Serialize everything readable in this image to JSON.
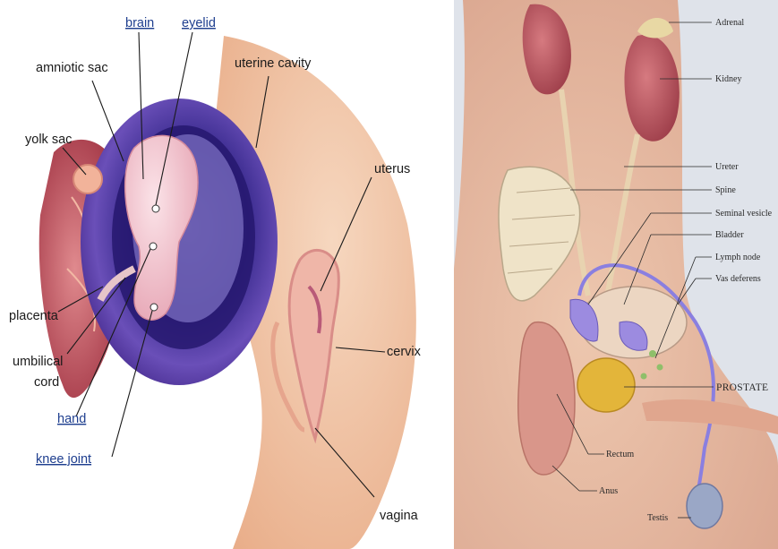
{
  "left_diagram": {
    "labels": {
      "brain": "brain",
      "eyelid": "eyelid",
      "amniotic_sac": "amniotic sac",
      "uterine_cavity": "uterine cavity",
      "yolk_sac": "yolk sac",
      "uterus": "uterus",
      "placenta": "placenta",
      "cervix": "cervix",
      "umbilical_cord_line1": "umbilical",
      "umbilical_cord_line2": "cord",
      "hand": "hand",
      "knee_joint": "knee joint",
      "vagina": "vagina"
    },
    "colors": {
      "sac_outer": "#5b3ea8",
      "sac_inner": "#2e1f7a",
      "skin": "#f3c9a8",
      "placenta": "#b23a4a",
      "embryo": "#f2c4cf",
      "link_text": "#1f3f8f"
    }
  },
  "right_diagram": {
    "labels": {
      "adrenal": "Adrenal",
      "kidney": "Kidney",
      "ureter": "Ureter",
      "spine": "Spine",
      "seminal_vesicle": "Seminal vesicle",
      "bladder": "Bladder",
      "lymph_node": "Lymph node",
      "vas_deferens": "Vas deferens",
      "prostate": "PROSTATE",
      "rectum": "Rectum",
      "anus": "Anus",
      "testis": "Testis"
    },
    "colors": {
      "background": "#dfe3ea",
      "skin": "#e9b99c",
      "kidney": "#b5525a",
      "vas_deferens": "#8a7fe0",
      "prostate": "#e3b53a",
      "spine": "#e7dcc0"
    }
  }
}
